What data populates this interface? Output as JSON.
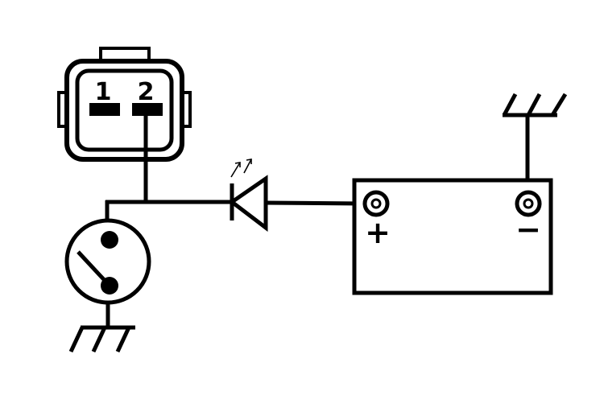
{
  "diagram": {
    "colors": {
      "line": "#000000",
      "background": "#ffffff"
    },
    "connector": {
      "pin1_label": "1",
      "pin2_label": "2"
    },
    "battery": {
      "positive_symbol": "+",
      "negative_symbol": "−"
    },
    "components": [
      "two-pin-connector",
      "switch",
      "ground-symbol-switch",
      "light-emitting-diode",
      "battery",
      "ground-symbol-battery"
    ]
  }
}
